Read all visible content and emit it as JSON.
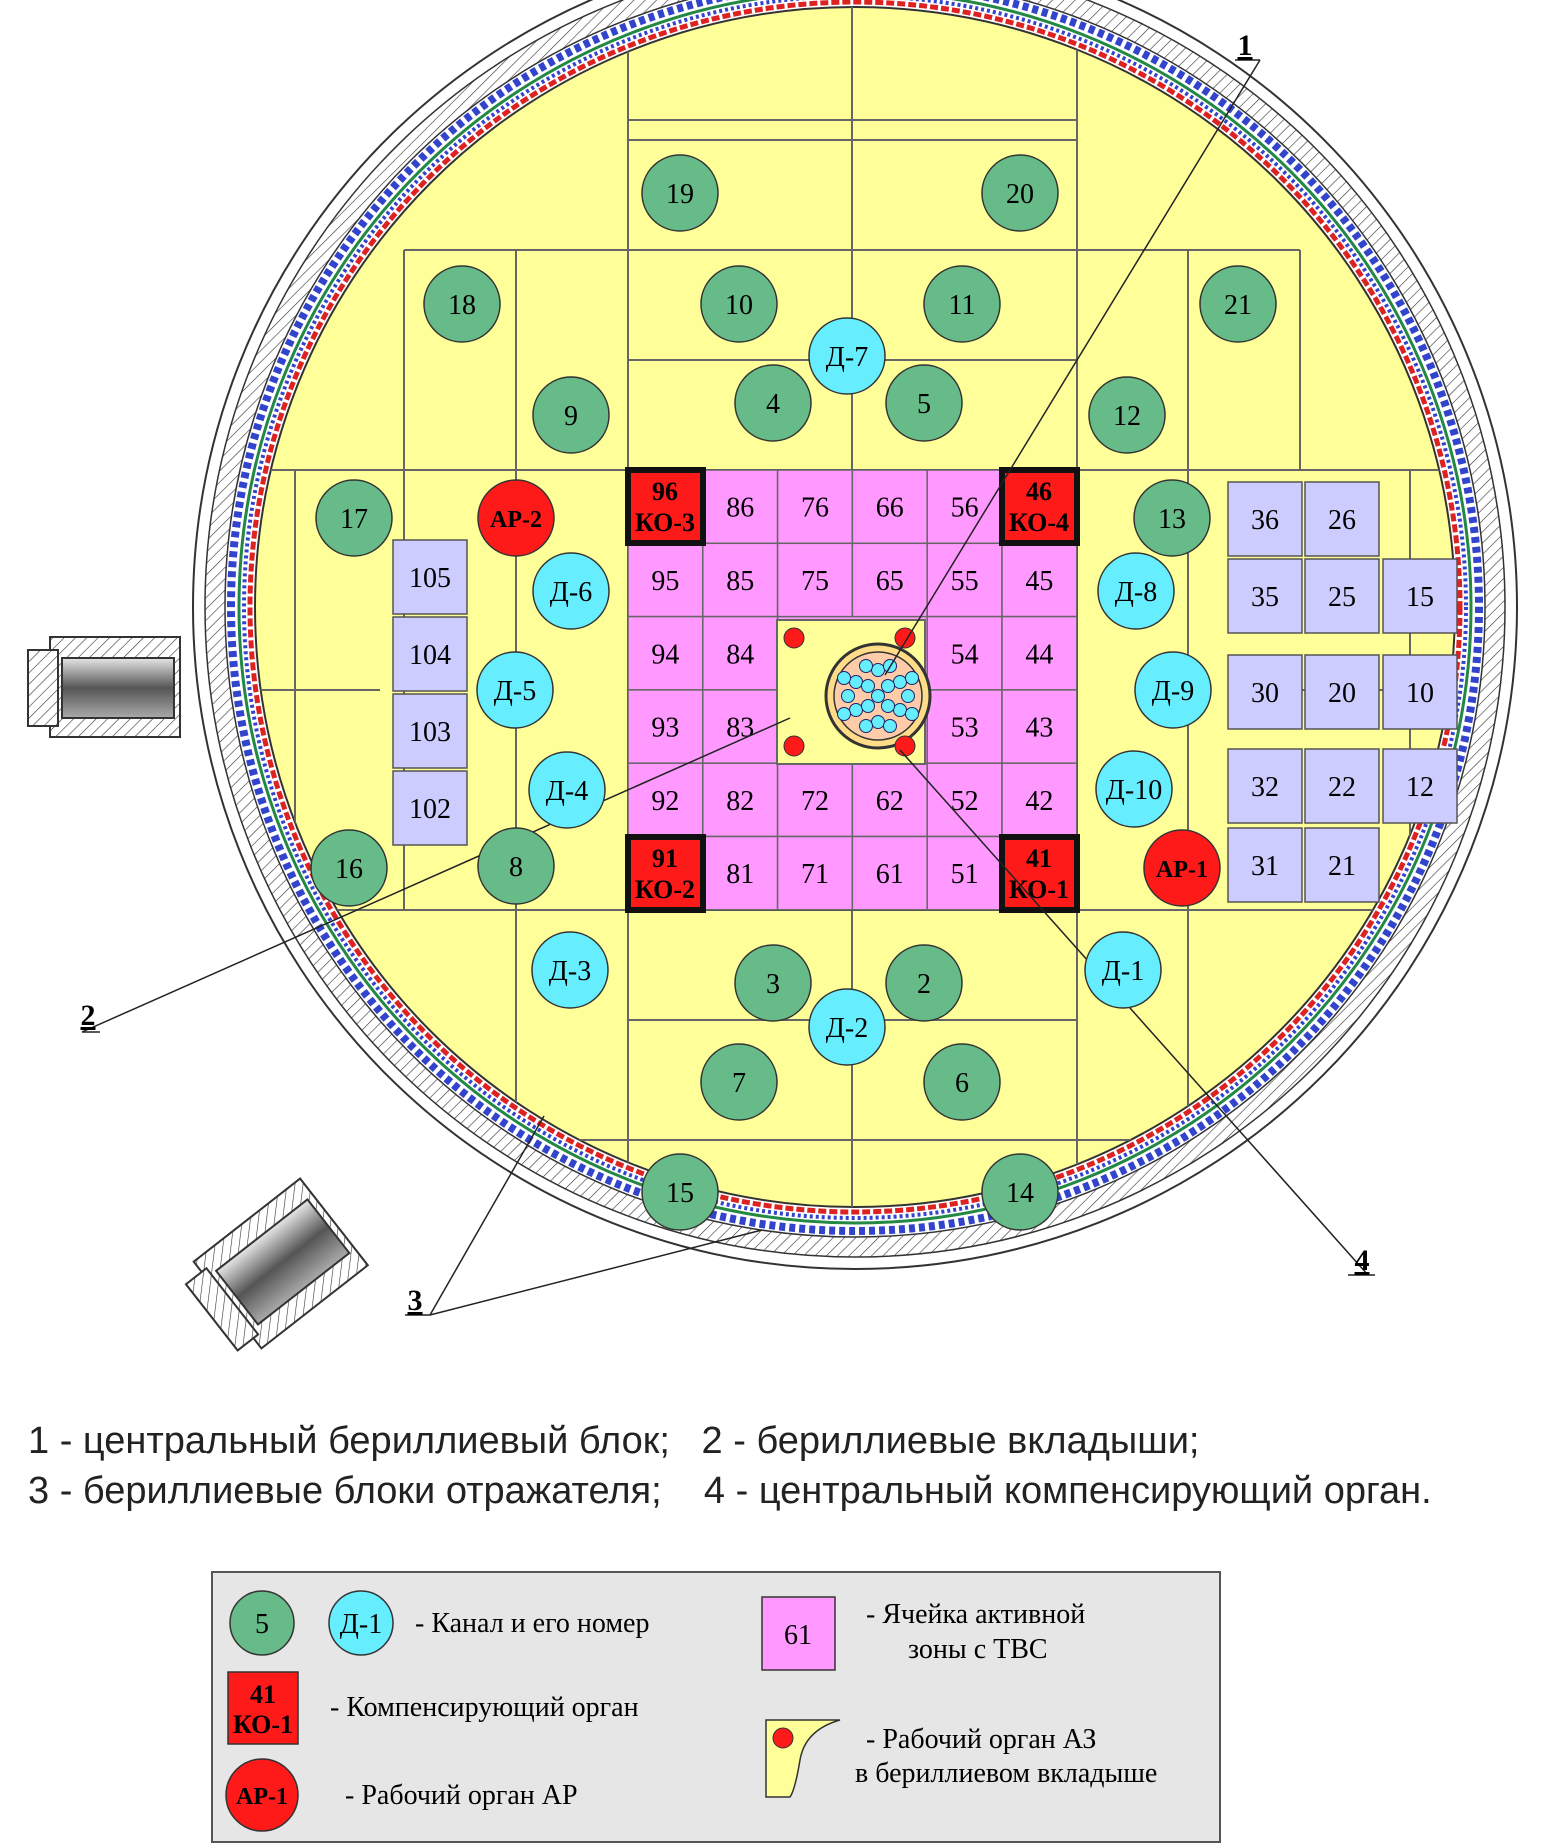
{
  "diagram": {
    "callouts": [
      {
        "id": "c1",
        "label": "1"
      },
      {
        "id": "c2",
        "label": "2"
      },
      {
        "id": "c3",
        "label": "3"
      },
      {
        "id": "c4",
        "label": "4"
      }
    ],
    "green_channels": [
      "19",
      "20",
      "18",
      "10",
      "11",
      "21",
      "9",
      "4",
      "5",
      "12",
      "17",
      "13",
      "16",
      "8",
      "3",
      "2",
      "7",
      "6",
      "15",
      "14"
    ],
    "detector_channels": [
      "Д-7",
      "Д-6",
      "Д-5",
      "Д-4",
      "Д-8",
      "Д-9",
      "Д-10",
      "Д-3",
      "Д-2",
      "Д-1"
    ],
    "regulators": [
      "АР-2",
      "АР-1"
    ],
    "compensators": [
      {
        "num": "96",
        "name": "КО-3"
      },
      {
        "num": "46",
        "name": "КО-4"
      },
      {
        "num": "91",
        "name": "КО-2"
      },
      {
        "num": "41",
        "name": "КО-1"
      }
    ],
    "core_grid": [
      [
        "",
        "86",
        "76",
        "66",
        "56",
        ""
      ],
      [
        "95",
        "85",
        "75",
        "65",
        "55",
        "45"
      ],
      [
        "94",
        "84",
        "",
        "",
        "54",
        "44"
      ],
      [
        "93",
        "83",
        "",
        "",
        "53",
        "43"
      ],
      [
        "92",
        "82",
        "72",
        "62",
        "52",
        "42"
      ],
      [
        "",
        "81",
        "71",
        "61",
        "51",
        ""
      ]
    ],
    "left_column": [
      "105",
      "104",
      "103",
      "102"
    ],
    "right_blocks": [
      [
        "36",
        "26",
        ""
      ],
      [
        "35",
        "25",
        "15"
      ],
      [
        "30",
        "20",
        "10"
      ],
      [
        "32",
        "22",
        "12"
      ],
      [
        "31",
        "21",
        ""
      ]
    ],
    "colors": {
      "reflector": "#ffff99",
      "core_cell": "#ff99ff",
      "channel": "#66bb88",
      "detector": "#66eeff",
      "regulator": "#ff1a1a",
      "compensator": "#ff1a1a",
      "block": "#ccccff"
    }
  },
  "captions": {
    "line1": "1 - центральный бериллиевый блок;   2 - бериллиевые вкладыши;",
    "line2": "3 - бериллиевые блоки отражателя;    4 - центральный компенсирующий орган."
  },
  "legend": {
    "channel_sample": "5",
    "detector_sample": "Д-1",
    "channel_text": "- Канал и его номер",
    "compensator_num": "41",
    "compensator_name": "КО-1",
    "compensator_text": "- Компенсирующий орган",
    "regulator_sample": "АР-1",
    "regulator_text": "- Рабочий орган АР",
    "cell_sample": "61",
    "cell_text_1": "- Ячейка активной",
    "cell_text_2": "зоны с ТВС",
    "az_text_1": "- Рабочий орган АЗ",
    "az_text_2": "в бериллиевом вкладыше"
  }
}
